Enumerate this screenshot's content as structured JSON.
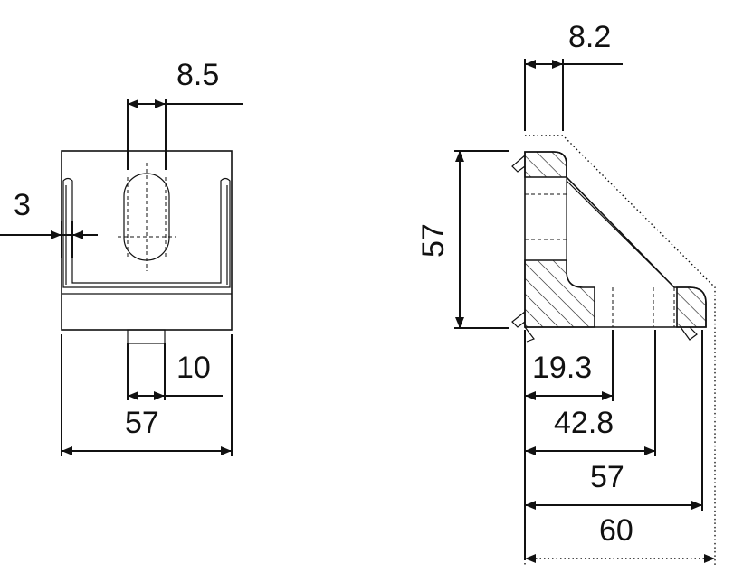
{
  "diagram": {
    "front_view": {
      "slot_width": "8.5",
      "wall_thickness": "3",
      "tab_width": "10",
      "overall_width": "57"
    },
    "side_view": {
      "top_flange": "8.2",
      "height": "57",
      "hole_1": "19.3",
      "hole_2": "42.8",
      "base_length": "57",
      "overall_length": "60"
    },
    "colors": {
      "line": "#111111",
      "background": "#ffffff"
    }
  }
}
